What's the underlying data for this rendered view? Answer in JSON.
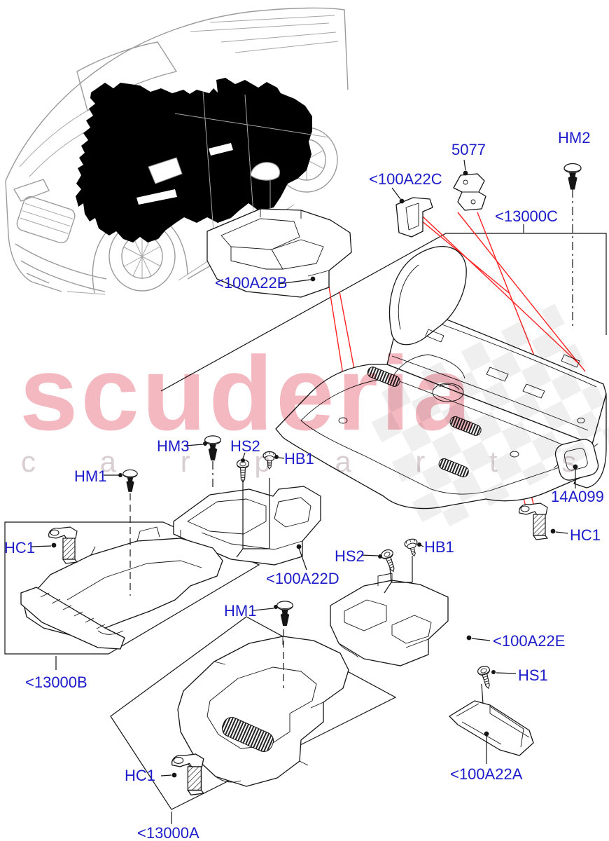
{
  "diagram": {
    "watermark": {
      "line1": "scuderia",
      "line2": "c a r p a r t s"
    },
    "vehicle": {
      "description": "range-rover-sport-outline-with-floor-carpet-highlight"
    },
    "colors": {
      "callout_blue": "#1c1cca",
      "leader_red": "#ff2222",
      "line_black": "#151515",
      "vehicle_gray": "#9b9b9b",
      "watermark_pink": "#f4b8c0",
      "watermark_gray": "#d9ced2",
      "highlight_black": "#000000"
    },
    "callouts": {
      "hm2": "HM2",
      "p5077": "5077",
      "a100a22c": "<100A22C",
      "c13000c": "<13000C",
      "a100a22b": "<100A22B",
      "hm3": "HM3",
      "hs2_left": "HS2",
      "hb1_left": "HB1",
      "hm1_left": "HM1",
      "hc1_left": "HC1",
      "a100a22d": "<100A22D",
      "c13000b": "<13000B",
      "hs2_right": "HS2",
      "hb1_right": "HB1",
      "a100a22e": "<100A22E",
      "hm1_center": "HM1",
      "hs1": "HS1",
      "hc1_center": "HC1",
      "c13000a": "<13000A",
      "a100a22a": "<100A22A",
      "hc1_right": "HC1",
      "p14a099": "14A099"
    }
  }
}
